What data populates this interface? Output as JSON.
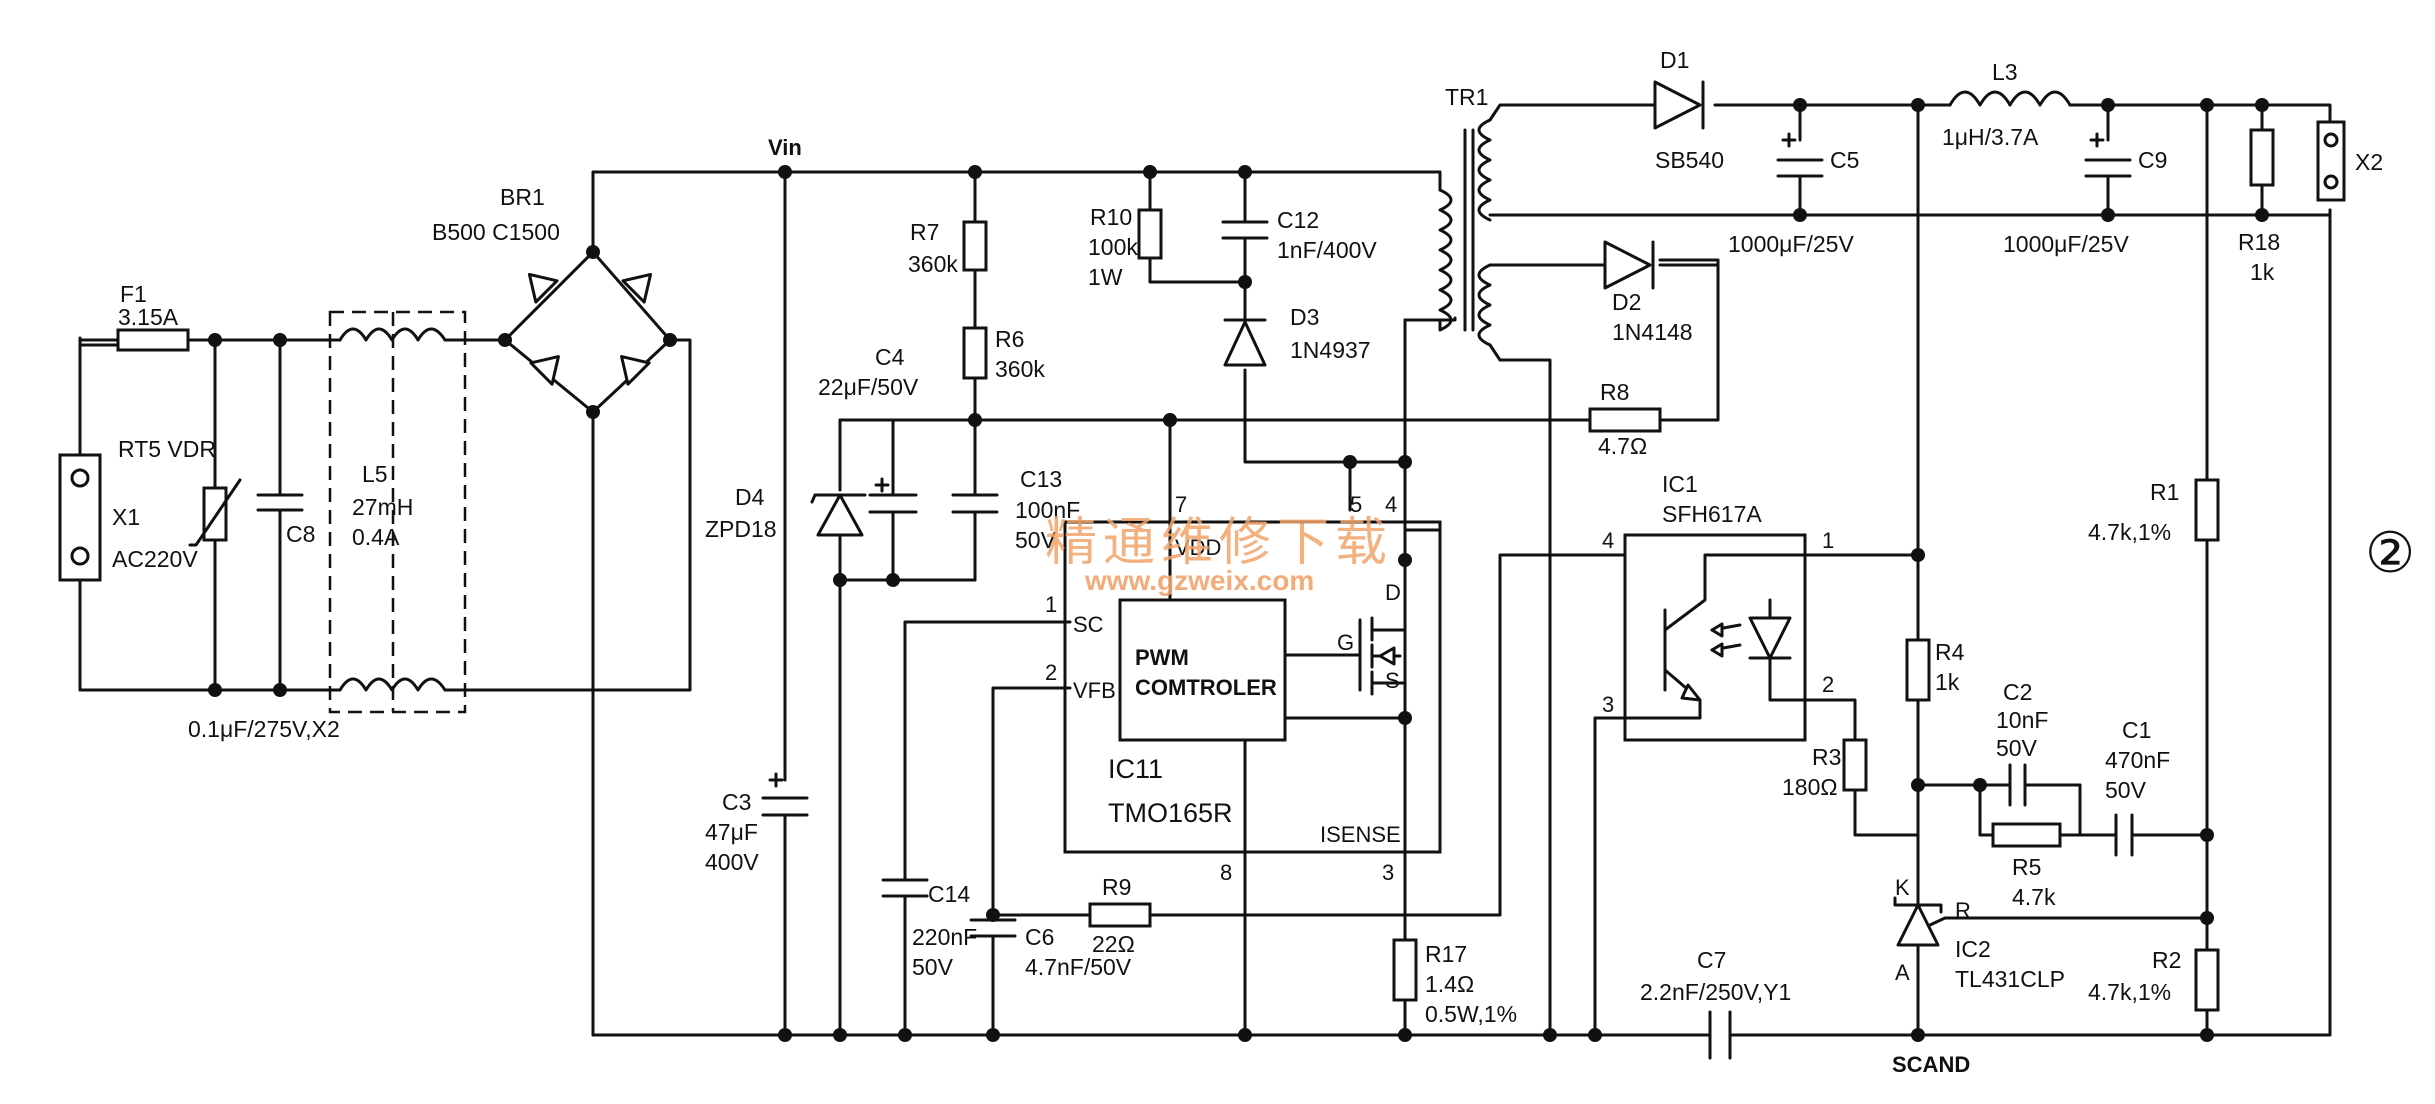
{
  "diagram": {
    "nets": {
      "vin": "Vin",
      "scand": "SCAND"
    },
    "components": {
      "f1": {
        "ref": "F1",
        "value": "3.15A"
      },
      "rt5": {
        "ref": "RT5 VDR"
      },
      "x1": {
        "ref": "X1",
        "value": "AC220V"
      },
      "c8": {
        "ref": "C8",
        "value": "0.1μF/275V,X2"
      },
      "l5": {
        "ref": "L5",
        "value1": "27mH",
        "value2": "0.4A"
      },
      "br1": {
        "ref": "BR1",
        "value": "B500 C1500"
      },
      "d4": {
        "ref": "D4",
        "value": "ZPD18"
      },
      "c3": {
        "ref": "C3",
        "value1": "47μF",
        "value2": "400V"
      },
      "r7": {
        "ref": "R7",
        "value": "360k"
      },
      "r6": {
        "ref": "R6",
        "value": "360k"
      },
      "c4": {
        "ref": "C4",
        "value": "22μF/50V"
      },
      "c13": {
        "ref": "C13",
        "value1": "100nF",
        "value2": "50V"
      },
      "r10": {
        "ref": "R10",
        "value1": "100k",
        "value2": "1W"
      },
      "c12": {
        "ref": "C12",
        "value": "1nF/400V"
      },
      "d3": {
        "ref": "D3",
        "value": "1N4937"
      },
      "tr1": {
        "ref": "TR1"
      },
      "d1": {
        "ref": "D1",
        "value": "SB540"
      },
      "c5": {
        "ref": "C5",
        "value": "1000μF/25V"
      },
      "l3": {
        "ref": "L3",
        "value": "1μH/3.7A"
      },
      "c9": {
        "ref": "C9",
        "value": "1000μF/25V"
      },
      "r18": {
        "ref": "R18",
        "value": "1k"
      },
      "x2": {
        "ref": "X2"
      },
      "d2": {
        "ref": "D2",
        "value": "1N4148"
      },
      "r8": {
        "ref": "R8",
        "value": "4.7Ω"
      },
      "ic1": {
        "ref": "IC1",
        "value": "SFH617A"
      },
      "r1": {
        "ref": "R1",
        "value": "4.7k,1%"
      },
      "r4": {
        "ref": "R4",
        "value": "1k"
      },
      "r3": {
        "ref": "R3",
        "value": "180Ω"
      },
      "c2": {
        "ref": "C2",
        "value1": "10nF",
        "value2": "50V"
      },
      "c1": {
        "ref": "C1",
        "value1": "470nF",
        "value2": "50V"
      },
      "r5": {
        "ref": "R5",
        "value": "4.7k"
      },
      "ic2": {
        "ref": "IC2",
        "value": "TL431CLP"
      },
      "r2": {
        "ref": "R2",
        "value": "4.7k,1%"
      },
      "c7": {
        "ref": "C7",
        "value": "2.2nF/250V,Y1"
      },
      "r17": {
        "ref": "R17",
        "value1": "1.4Ω",
        "value2": "0.5W,1%"
      },
      "r9": {
        "ref": "R9",
        "value": "22Ω"
      },
      "c14": {
        "ref": "C14",
        "value1": "220nF",
        "value2": "50V"
      },
      "c6": {
        "ref": "C6",
        "value": "4.7nF/50V"
      },
      "ic11": {
        "ref": "IC11",
        "part": "TMO165R",
        "block_line1": "PWM",
        "block_line2": "COMTROLER"
      }
    },
    "ic11_pins": {
      "p1": "1",
      "sc": "SC",
      "p2": "2",
      "vfb": "VFB",
      "p5": "5",
      "p7": "7",
      "vdd": "VDD",
      "p4": "4",
      "d": "D",
      "g": "G",
      "s": "S",
      "p8": "8",
      "p3": "3",
      "isense": "ISENSE"
    },
    "ic1_pins": {
      "p1": "1",
      "p2": "2",
      "p3": "3",
      "p4": "4"
    },
    "ic2_pins": {
      "k": "K",
      "r": "R",
      "a": "A"
    },
    "figure_number": "②",
    "watermark": {
      "cn": "精通维修下载",
      "url": "www.gzweix.com"
    }
  }
}
